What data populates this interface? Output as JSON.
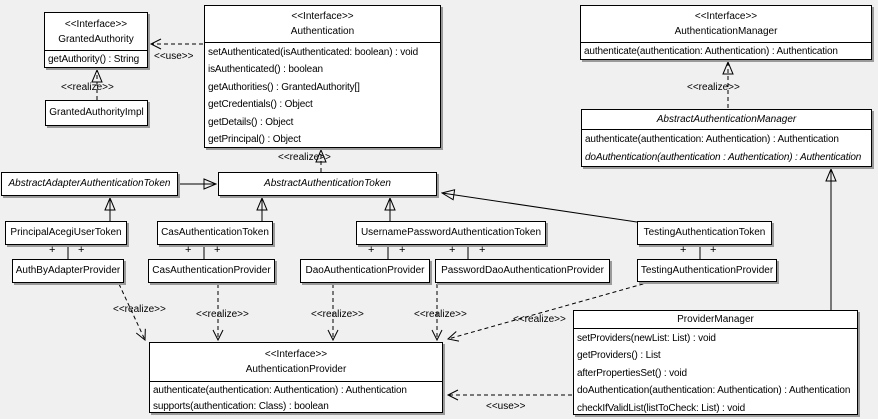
{
  "classes": {
    "granted_authority": {
      "stereotype": "<<Interface>>",
      "name": "GrantedAuthority",
      "methods": [
        "getAuthority() : String"
      ]
    },
    "granted_authority_impl": {
      "name": "GrantedAuthorityImpl"
    },
    "authentication": {
      "stereotype": "<<Interface>>",
      "name": "Authentication",
      "methods": [
        "setAuthenticated(isAuthenticated: boolean) : void",
        "isAuthenticated() : boolean",
        "getAuthorities() : GrantedAuthority[]",
        "getCredentials() : Object",
        "getDetails() : Object",
        "getPrincipal() : Object"
      ]
    },
    "authentication_manager": {
      "stereotype": "<<Interface>>",
      "name": "AuthenticationManager",
      "methods": [
        "authenticate(authentication: Authentication) : Authentication"
      ]
    },
    "abstract_authentication_manager": {
      "name": "AbstractAuthenticationManager",
      "methods": [
        {
          "text": "authenticate(authentication: Authentication) : Authentication"
        },
        {
          "text": "doAuthentication(authentication : Authentication) : Authentication",
          "italic": true
        }
      ]
    },
    "abstract_adapter_authentication_token": {
      "name": "AbstractAdapterAuthenticationToken"
    },
    "abstract_authentication_token": {
      "name": "AbstractAuthenticationToken"
    },
    "principal_acegi_user_token": {
      "name": "PrincipalAcegiUserToken"
    },
    "cas_authentication_token": {
      "name": "CasAuthenticationToken"
    },
    "username_password_authentication_token": {
      "name": "UsernamePasswordAuthenticationToken"
    },
    "testing_authentication_token": {
      "name": "TestingAuthenticationToken"
    },
    "auth_by_adapter_provider": {
      "name": "AuthByAdapterProvider"
    },
    "cas_authentication_provider": {
      "name": "CasAuthenticationProvider"
    },
    "dao_authentication_provider": {
      "name": "DaoAuthenticationProvider"
    },
    "password_dao_authentication_provider": {
      "name": "PasswordDaoAuthenticationProvider"
    },
    "testing_authentication_provider": {
      "name": "TestingAuthenticationProvider"
    },
    "authentication_provider": {
      "stereotype": "<<Interface>>",
      "name": "AuthenticationProvider",
      "methods": [
        "authenticate(authentication: Authentication) : Authentication",
        "supports(authentication: Class) : boolean"
      ]
    },
    "provider_manager": {
      "name": "ProviderManager",
      "methods": [
        "setProviders(newList: List) : void",
        "getProviders() : List",
        "afterPropertiesSet() : void",
        "doAuthentication(authentication: Authentication) : Authentication",
        "checkIfValidList(listToCheck: List) : void"
      ]
    }
  },
  "edge_labels": {
    "use": "<<use>>",
    "realize": "<<realize>>",
    "plus": "+"
  },
  "colors": {
    "background": "#f0f0f0",
    "box_fill": "#ffffff",
    "line": "#000000",
    "shadow": "#9a9a9a"
  }
}
